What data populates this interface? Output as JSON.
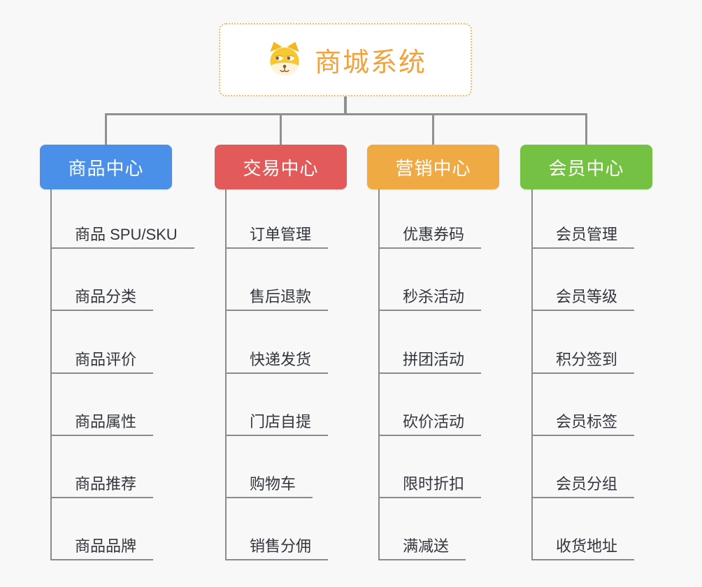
{
  "root": {
    "title": "商城系统",
    "icon": "dog-mascot-icon"
  },
  "branches": [
    {
      "label": "商品中心",
      "color": "#4a8fe8",
      "items": [
        "商品 SPU/SKU",
        "商品分类",
        "商品评价",
        "商品属性",
        "商品推荐",
        "商品品牌"
      ]
    },
    {
      "label": "交易中心",
      "color": "#e35a5a",
      "items": [
        "订单管理",
        "售后退款",
        "快递发货",
        "门店自提",
        "购物车",
        "销售分佣"
      ]
    },
    {
      "label": "营销中心",
      "color": "#efaa44",
      "items": [
        "优惠券码",
        "秒杀活动",
        "拼团活动",
        "砍价活动",
        "限时折扣",
        "满减送"
      ]
    },
    {
      "label": "会员中心",
      "color": "#75c143",
      "items": [
        "会员管理",
        "会员等级",
        "积分签到",
        "会员标签",
        "会员分组",
        "收货地址"
      ]
    }
  ],
  "colors": {
    "background": "#f8f8f8",
    "connector_gray": "#909090",
    "leaf_line_gray": "#8b8b8b",
    "leaf_text": "#32363c",
    "root_title": "#f2a23b",
    "root_border": "#f1bc6b"
  }
}
